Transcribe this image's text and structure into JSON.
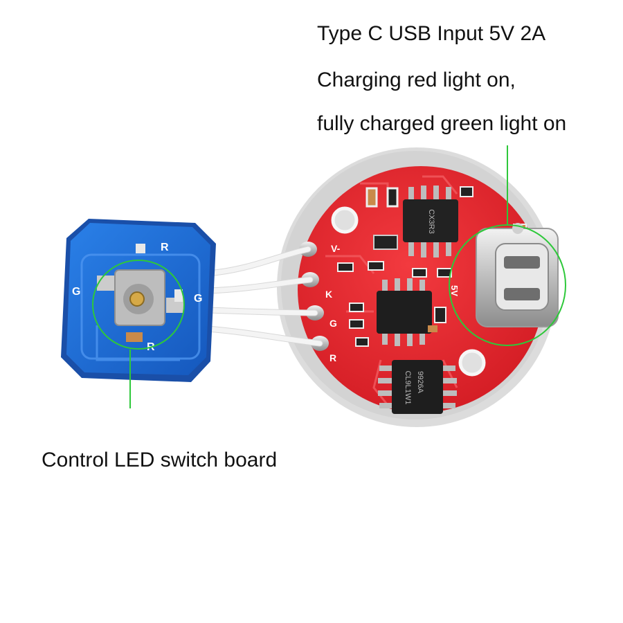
{
  "captions": {
    "usb_input": "Type C USB Input 5V 2A",
    "charging": "Charging red light on,",
    "charged": "fully charged green light on",
    "switch_board": "Control LED switch board"
  },
  "colors": {
    "driver_board": "#e8242a",
    "switch_board": "#1f6fd6",
    "highlight_ring": "#2ec83a",
    "rim": "#d9d9d9"
  },
  "board_silkscreen": {
    "switch_labels": [
      "R",
      "G",
      "G",
      "R"
    ],
    "pad_labels": [
      "V-",
      "K",
      "G",
      "R"
    ],
    "port_label": "5V"
  },
  "chip_markings": [
    "CX3R3",
    "9926A",
    "CL9L1W1"
  ]
}
